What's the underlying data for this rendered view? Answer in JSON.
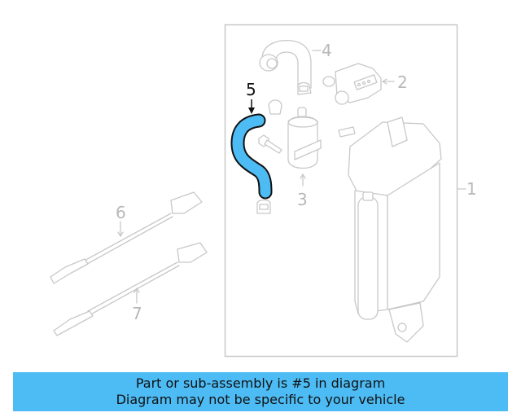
{
  "diagram": {
    "highlighted_part": "5",
    "highlight_color": "#4dbcf5",
    "outline_color": "#c8c8c8",
    "callouts": [
      {
        "id": "1",
        "label": "1"
      },
      {
        "id": "2",
        "label": "2"
      },
      {
        "id": "3",
        "label": "3"
      },
      {
        "id": "4",
        "label": "4"
      },
      {
        "id": "5",
        "label": "5"
      },
      {
        "id": "6",
        "label": "6"
      },
      {
        "id": "7",
        "label": "7"
      }
    ]
  },
  "banner": {
    "line1": "Part or sub-assembly is #5 in diagram",
    "line2": "Diagram may not be specific to your vehicle",
    "background": "#4dbcf5"
  }
}
